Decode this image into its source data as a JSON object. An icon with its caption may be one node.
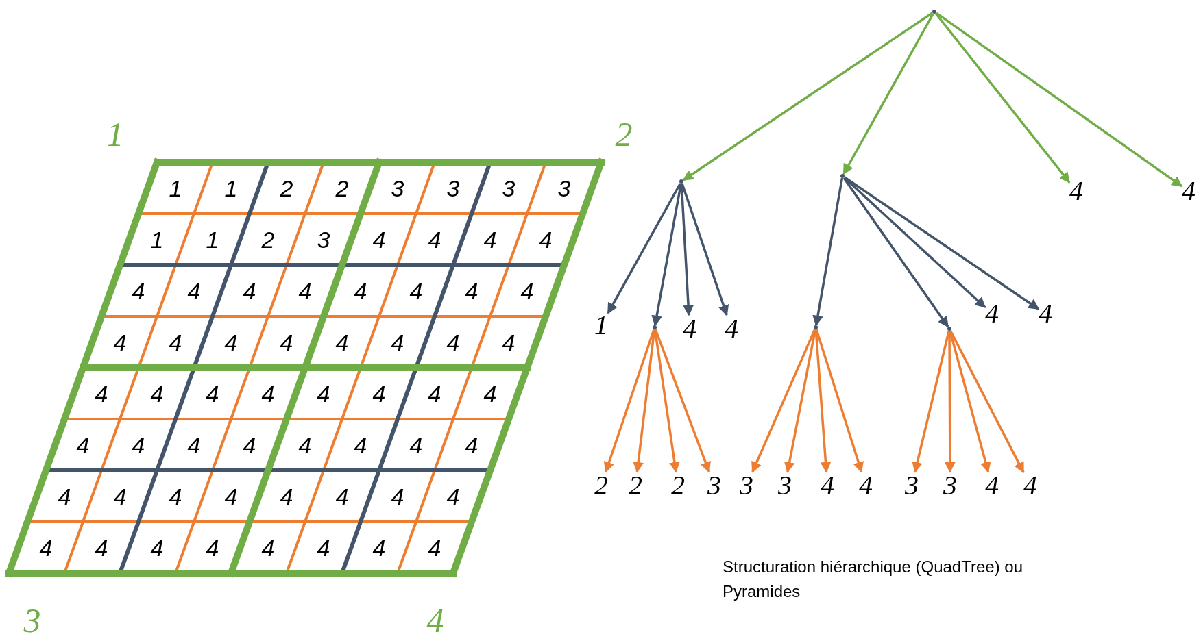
{
  "diagram": {
    "caption": "Structuration hiérarchique (QuadTree) ou Pyramides",
    "nodes": [
      {
        "text": [],
        "shape": "dot"
      },
      {
        "text": [],
        "shape": "dot"
      },
      {
        "text": [],
        "shape": "dot"
      },
      {
        "text": [
          "4"
        ]
      },
      {
        "text": [
          "4"
        ]
      },
      {
        "text": [
          "1"
        ]
      },
      {
        "text": [],
        "shape": "dot"
      },
      {
        "text": [
          "4"
        ]
      },
      {
        "text": [
          "4"
        ]
      },
      {
        "text": [],
        "shape": "dot"
      },
      {
        "text": [],
        "shape": "dot"
      },
      {
        "text": [
          "4"
        ]
      },
      {
        "text": [
          "4"
        ]
      },
      {
        "text": [
          "2"
        ]
      },
      {
        "text": [
          "2"
        ]
      },
      {
        "text": [
          "2"
        ]
      },
      {
        "text": [
          "3"
        ]
      },
      {
        "text": [
          "3"
        ]
      },
      {
        "text": [
          "3"
        ]
      },
      {
        "text": [
          "4"
        ]
      },
      {
        "text": [
          "4"
        ]
      },
      {
        "text": [
          "3"
        ]
      },
      {
        "text": [
          "3"
        ]
      },
      {
        "text": [
          "4"
        ]
      },
      {
        "text": [
          "4"
        ]
      }
    ],
    "edges": [
      {
        "from": 0,
        "to": 1,
        "arrow": "to",
        "color": "#70ad47"
      },
      {
        "from": 0,
        "to": 2,
        "arrow": "to",
        "color": "#70ad47"
      },
      {
        "from": 0,
        "to": 3,
        "arrow": "to",
        "color": "#70ad47"
      },
      {
        "from": 0,
        "to": 4,
        "arrow": "to",
        "color": "#70ad47"
      },
      {
        "from": 1,
        "to": 5,
        "arrow": "to",
        "color": "#44546a"
      },
      {
        "from": 1,
        "to": 6,
        "arrow": "to",
        "color": "#44546a"
      },
      {
        "from": 1,
        "to": 7,
        "arrow": "to",
        "color": "#44546a"
      },
      {
        "from": 1,
        "to": 8,
        "arrow": "to",
        "color": "#44546a"
      },
      {
        "from": 2,
        "to": 9,
        "arrow": "to",
        "color": "#44546a"
      },
      {
        "from": 2,
        "to": 10,
        "arrow": "to",
        "color": "#44546a"
      },
      {
        "from": 2,
        "to": 11,
        "arrow": "to",
        "color": "#44546a"
      },
      {
        "from": 2,
        "to": 12,
        "arrow": "to",
        "color": "#44546a"
      },
      {
        "from": 6,
        "to": 13,
        "arrow": "to"
      },
      {
        "from": 6,
        "to": 14,
        "arrow": "to"
      },
      {
        "from": 6,
        "to": 15,
        "arrow": "to"
      },
      {
        "from": 6,
        "to": 16,
        "arrow": "to"
      },
      {
        "from": 9,
        "to": 17,
        "arrow": "to"
      },
      {
        "from": 9,
        "to": 18,
        "arrow": "to"
      },
      {
        "from": 9,
        "to": 19,
        "arrow": "to"
      },
      {
        "from": 9,
        "to": 20,
        "arrow": "to"
      },
      {
        "from": 10,
        "to": 21,
        "arrow": "to"
      },
      {
        "from": 10,
        "to": 22,
        "arrow": "to"
      },
      {
        "from": 10,
        "to": 23,
        "arrow": "to"
      },
      {
        "from": 10,
        "to": 24,
        "arrow": "to"
      }
    ],
    "labels": [
      "1",
      "2",
      "1",
      "1",
      "2",
      "2",
      "3",
      "3",
      "3",
      "3",
      "1",
      "1",
      "2",
      "3",
      "4",
      "4",
      "4",
      "4",
      "4",
      "4",
      "4",
      "4",
      "4",
      "4",
      "4",
      "4",
      "4",
      "4",
      "4",
      "4",
      "4",
      "4",
      "4",
      "4",
      "4",
      "4",
      "4",
      "4",
      "4",
      "4",
      "4",
      "4",
      "4",
      "4",
      "4",
      "4",
      "4",
      "4",
      "4",
      "4",
      "4",
      "4",
      "4",
      "4",
      "4",
      "4",
      "4",
      "4",
      "4",
      "4",
      "4",
      "4",
      "4",
      "4",
      "4",
      "4",
      "3",
      "4"
    ]
  }
}
